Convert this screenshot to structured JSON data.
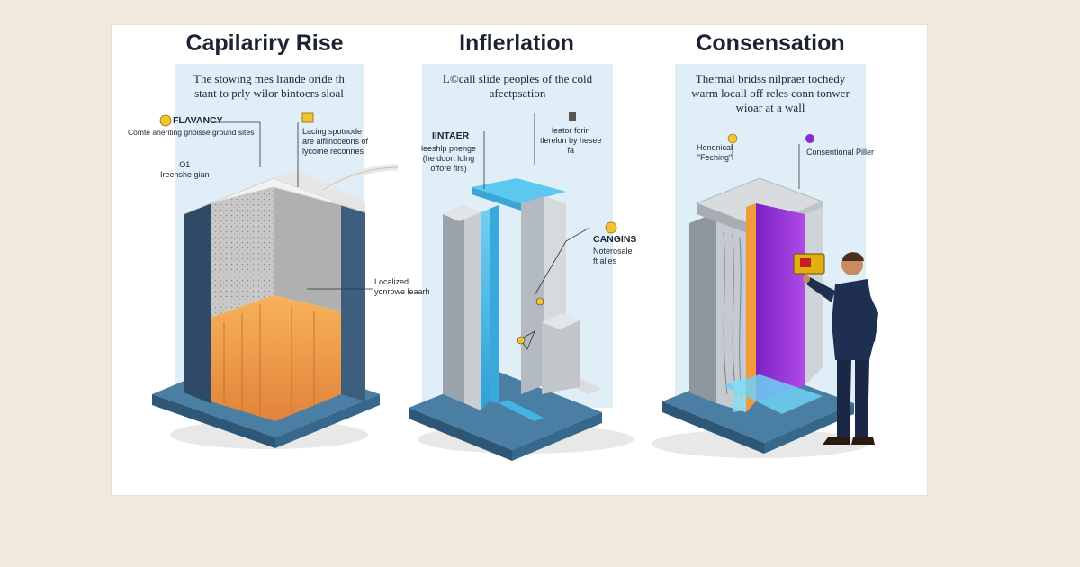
{
  "panels": [
    {
      "title": "Capilariry Rise",
      "subtitle_line1": "The stowing mes lrande oride th",
      "subtitle_line2": "stant to prly wilor bintoers sloal",
      "labels": {
        "flag": "FLAVANCY",
        "flag_desc": "Comte aheriting gnoisse ground sites",
        "right_note": "Lacing spotnode\nare alflinoceons of\nlycome reconnes",
        "left_note": "O1\nIreenshe gian",
        "callout": "Localized\nyonrowe leaarh"
      }
    },
    {
      "title": "Inflerlation",
      "subtitle_line1": "L©call slide peoples of the cold",
      "subtitle_line2": "afeetpsation",
      "labels": {
        "heading": "IINTAER",
        "heading_desc": "leeshlp pnenge\n(he doort lolng\noffore firs)",
        "right_note": "leator forin\ntlerelon by hesee\nfa",
        "callout_title": "CANGINS",
        "callout_desc": "Noterosale\nft alles"
      }
    },
    {
      "title": "Consensation",
      "subtitle_line1": "Thermal bridss nilpraer tochedy",
      "subtitle_line2": "warm locall off reles conn tonwer",
      "subtitle_line3": "wioar at a wall",
      "labels": {
        "left_note": "Henonical\n\"Feching\"",
        "right_note": "Consentional Piller"
      }
    }
  ],
  "colors": {
    "panel_bg": "#dfeef7",
    "base": "#3e6d90",
    "concrete": "#a9b2bb",
    "moisture_orange": "#f0a24e",
    "water_blue": "#49b8e6",
    "thermal_purple": "#9b2fd6"
  }
}
